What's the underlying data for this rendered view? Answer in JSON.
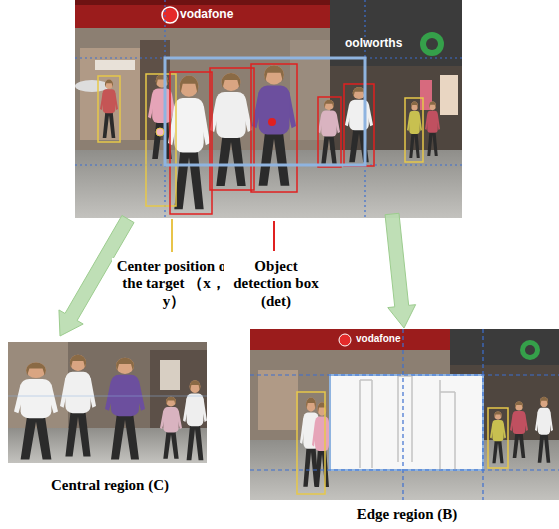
{
  "diagram": {
    "labels": [
      "vodafone",
      "oolworths",
      "Center position of the target （x，y）",
      "Object detection box (det)",
      "Central region (C)",
      "vodafone",
      "Edge region (B)"
    ]
  }
}
